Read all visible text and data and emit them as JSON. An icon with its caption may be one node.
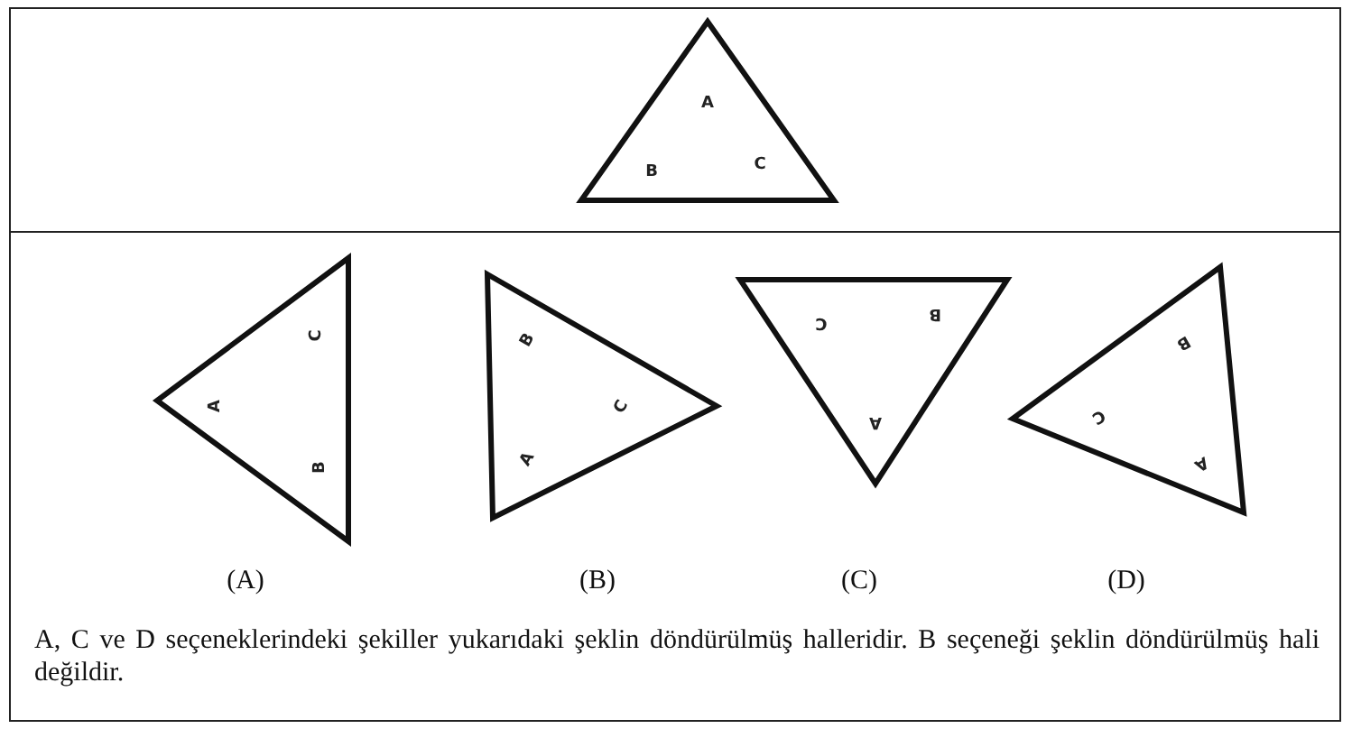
{
  "diagram": {
    "nodes": [
      {
        "text": [
          "A",
          "B",
          "C"
        ]
      },
      {
        "text": [
          "C",
          "A",
          "B"
        ]
      },
      {
        "text": [
          "B",
          "C",
          "A"
        ]
      },
      {
        "text": [
          "C",
          "B",
          "A"
        ]
      },
      {
        "text": [
          "B",
          "C",
          "A"
        ]
      }
    ],
    "labels": [
      "(A)",
      "(B)",
      "(C)",
      "(D)",
      "A, C ve D seçeneklerindeki şekiller yukarıdaki şeklin döndürülmüş halleridir. B seçeneği şeklin döndürülmüş hali değildir."
    ]
  }
}
